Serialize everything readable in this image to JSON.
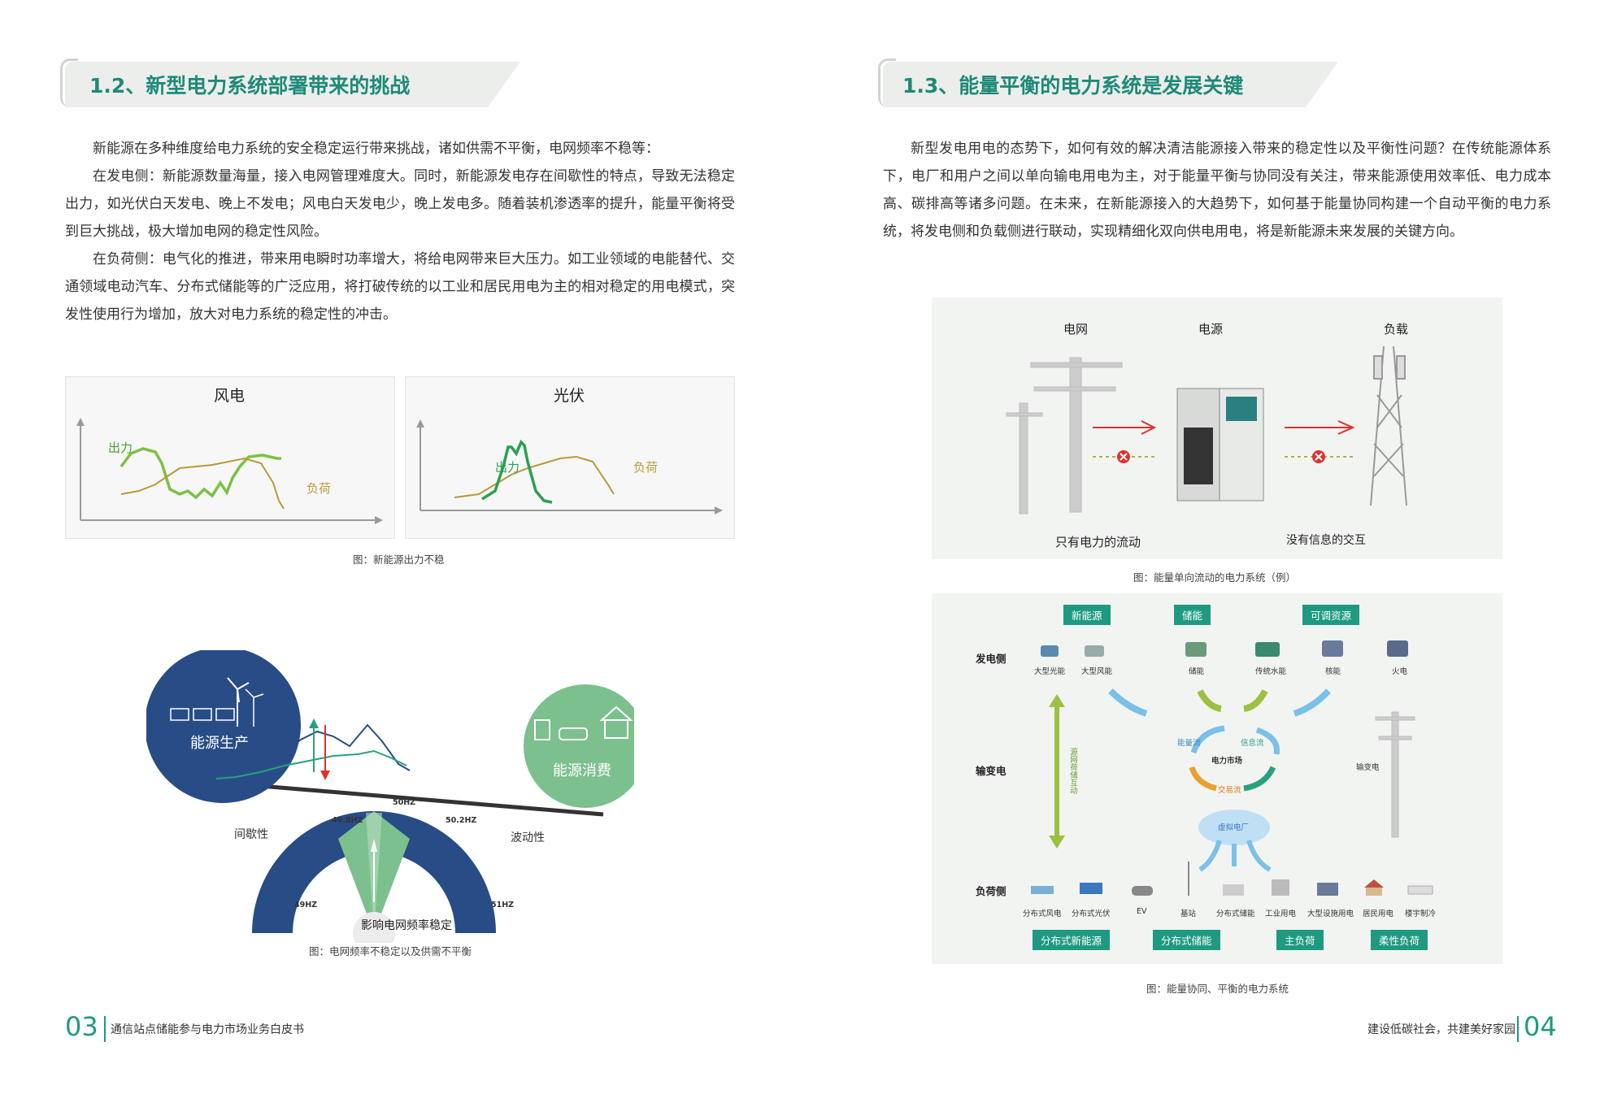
{
  "left": {
    "heading": "1.2、新型电力系统部署带来的挑战",
    "paragraphs": [
      "新能源在多种维度给电力系统的安全稳定运行带来挑战，诸如供需不平衡，电网频率不稳等：",
      "在发电侧：新能源数量海量，接入电网管理难度大。同时，新能源发电存在间歇性的特点，导致无法稳定出力，如光伏白天发电、晚上不发电；风电白天发电少，晚上发电多。随着装机渗透率的提升，能量平衡将受到巨大挑战，极大增加电网的稳定性风险。",
      "在负荷侧：电气化的推进，带来用电瞬时功率增大，将给电网带来巨大压力。如工业领域的电能替代、交通领域电动汽车、分布式储能等的广泛应用，将打破传统的以工业和居民用电为主的相对稳定的用电模式，突发性使用行为增加，放大对电力系统的稳定性的冲击。"
    ],
    "chart1": {
      "wind_title": "风电",
      "solar_title": "光伏",
      "output_label": "出力",
      "load_label": "负荷",
      "caption": "图：新能源出力不稳"
    },
    "chart2": {
      "production": "能源生产",
      "consumption": "能源消费",
      "intermittency": "间歇性",
      "volatility": "波动性",
      "hz_49": "49HZ",
      "hz_498": "49.8HZ",
      "hz_50": "50HZ",
      "hz_502": "50.2HZ",
      "hz_51": "51HZ",
      "gauge_label": "影响电网频率稳定",
      "caption": "图：电网频率不稳定以及供需不平衡"
    },
    "footer": {
      "page": "03",
      "title": "通信站点储能参与电力市场业务白皮书"
    }
  },
  "right": {
    "heading": "1.3、能量平衡的电力系统是发展关键",
    "paragraph": "新型发电用电的态势下，如何有效的解决清洁能源接入带来的稳定性以及平衡性问题？在传统能源体系下，电厂和用户之间以单向输电用电为主，对于能量平衡与协同没有关注，带来能源使用效率低、电力成本高、碳排高等诸多问题。在未来，在新能源接入的大趋势下，如何基于能量协同构建一个自动平衡的电力系统，将发电侧和负载侧进行联动，实现精细化双向供电用电，将是新能源未来发展的关键方向。",
    "fig1": {
      "grid": "电网",
      "source": "电源",
      "load": "负载",
      "power_only": "只有电力的流动",
      "no_info": "没有信息的交互",
      "caption": "图：能量单向流动的电力系统（例）"
    },
    "fig2": {
      "badges_top": [
        "新能源",
        "储能",
        "可调资源"
      ],
      "gen_side": "发电侧",
      "trans_side": "输变电",
      "load_side": "负荷侧",
      "gen_items": [
        "大型光能",
        "大型风能",
        "储能",
        "传统水能",
        "核能",
        "火电"
      ],
      "market": "电力市场",
      "energy_flow": "能量流",
      "info_flow": "信息流",
      "trade_flow": "交易流",
      "vpp": "虚拟电厂",
      "bidirectional": "源网荷储互动",
      "substation": "输变电",
      "load_items": [
        "分布式风电",
        "分布式光伏",
        "EV",
        "基站",
        "分布式储能",
        "工业用电",
        "大型设施用电",
        "居民用电",
        "楼宇制冷"
      ],
      "badges_bottom": [
        "分布式新能源",
        "分布式储能",
        "主负荷",
        "柔性负荷"
      ],
      "caption": "图：能量协同、平衡的电力系统"
    },
    "footer": {
      "page": "04",
      "title": "建设低碳社会，共建美好家园"
    }
  },
  "colors": {
    "teal": "#1e9a80",
    "navy": "#2a4c86",
    "green": "#7cc08e",
    "olive": "#b89a3a",
    "red": "#e03030"
  }
}
